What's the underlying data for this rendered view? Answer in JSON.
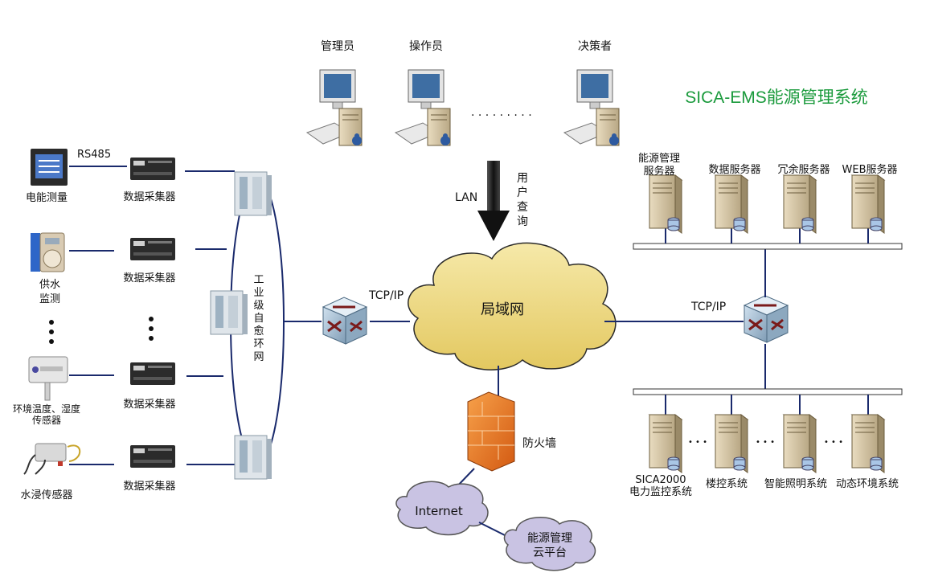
{
  "title": "SICA-EMS能源管理系统",
  "title_color": "#1a9a3c",
  "users": [
    "管理员",
    "操作员",
    "决策者"
  ],
  "user_separator": ". . . . . . . . .",
  "lan": {
    "label": "LAN",
    "query_chars": [
      "用",
      "户",
      "查",
      "询"
    ]
  },
  "left_devices": {
    "energy_meter": "电能测量",
    "water": [
      "供水",
      "监测"
    ],
    "env_sensor": [
      "环境温度、湿度",
      "传感器"
    ],
    "water_leak": "水浸传感器",
    "rs485": "RS485"
  },
  "collector_label": "数据采集器",
  "ring_label": [
    "工",
    "业",
    "级",
    "自",
    "愈",
    "环",
    "网"
  ],
  "tcpip_left": "TCP/IP",
  "tcpip_right": "TCP/IP",
  "cloud_lan": "局域网",
  "firewall": "防火墙",
  "internet": "Internet",
  "cloud_platform": [
    "能源管理",
    "云平台"
  ],
  "servers": [
    {
      "lines": [
        "能源管理",
        "服务器"
      ]
    },
    {
      "lines": [
        "数据服务器"
      ]
    },
    {
      "lines": [
        "冗余服务器"
      ]
    },
    {
      "lines": [
        "WEB服务器"
      ]
    }
  ],
  "subsystems": [
    {
      "lines": [
        "SICA2000",
        "电力监控系统"
      ]
    },
    {
      "lines": [
        "楼控系统"
      ]
    },
    {
      "lines": [
        "智能照明系统"
      ]
    },
    {
      "lines": [
        "动态环境系统"
      ]
    }
  ],
  "dots": "• • •"
}
